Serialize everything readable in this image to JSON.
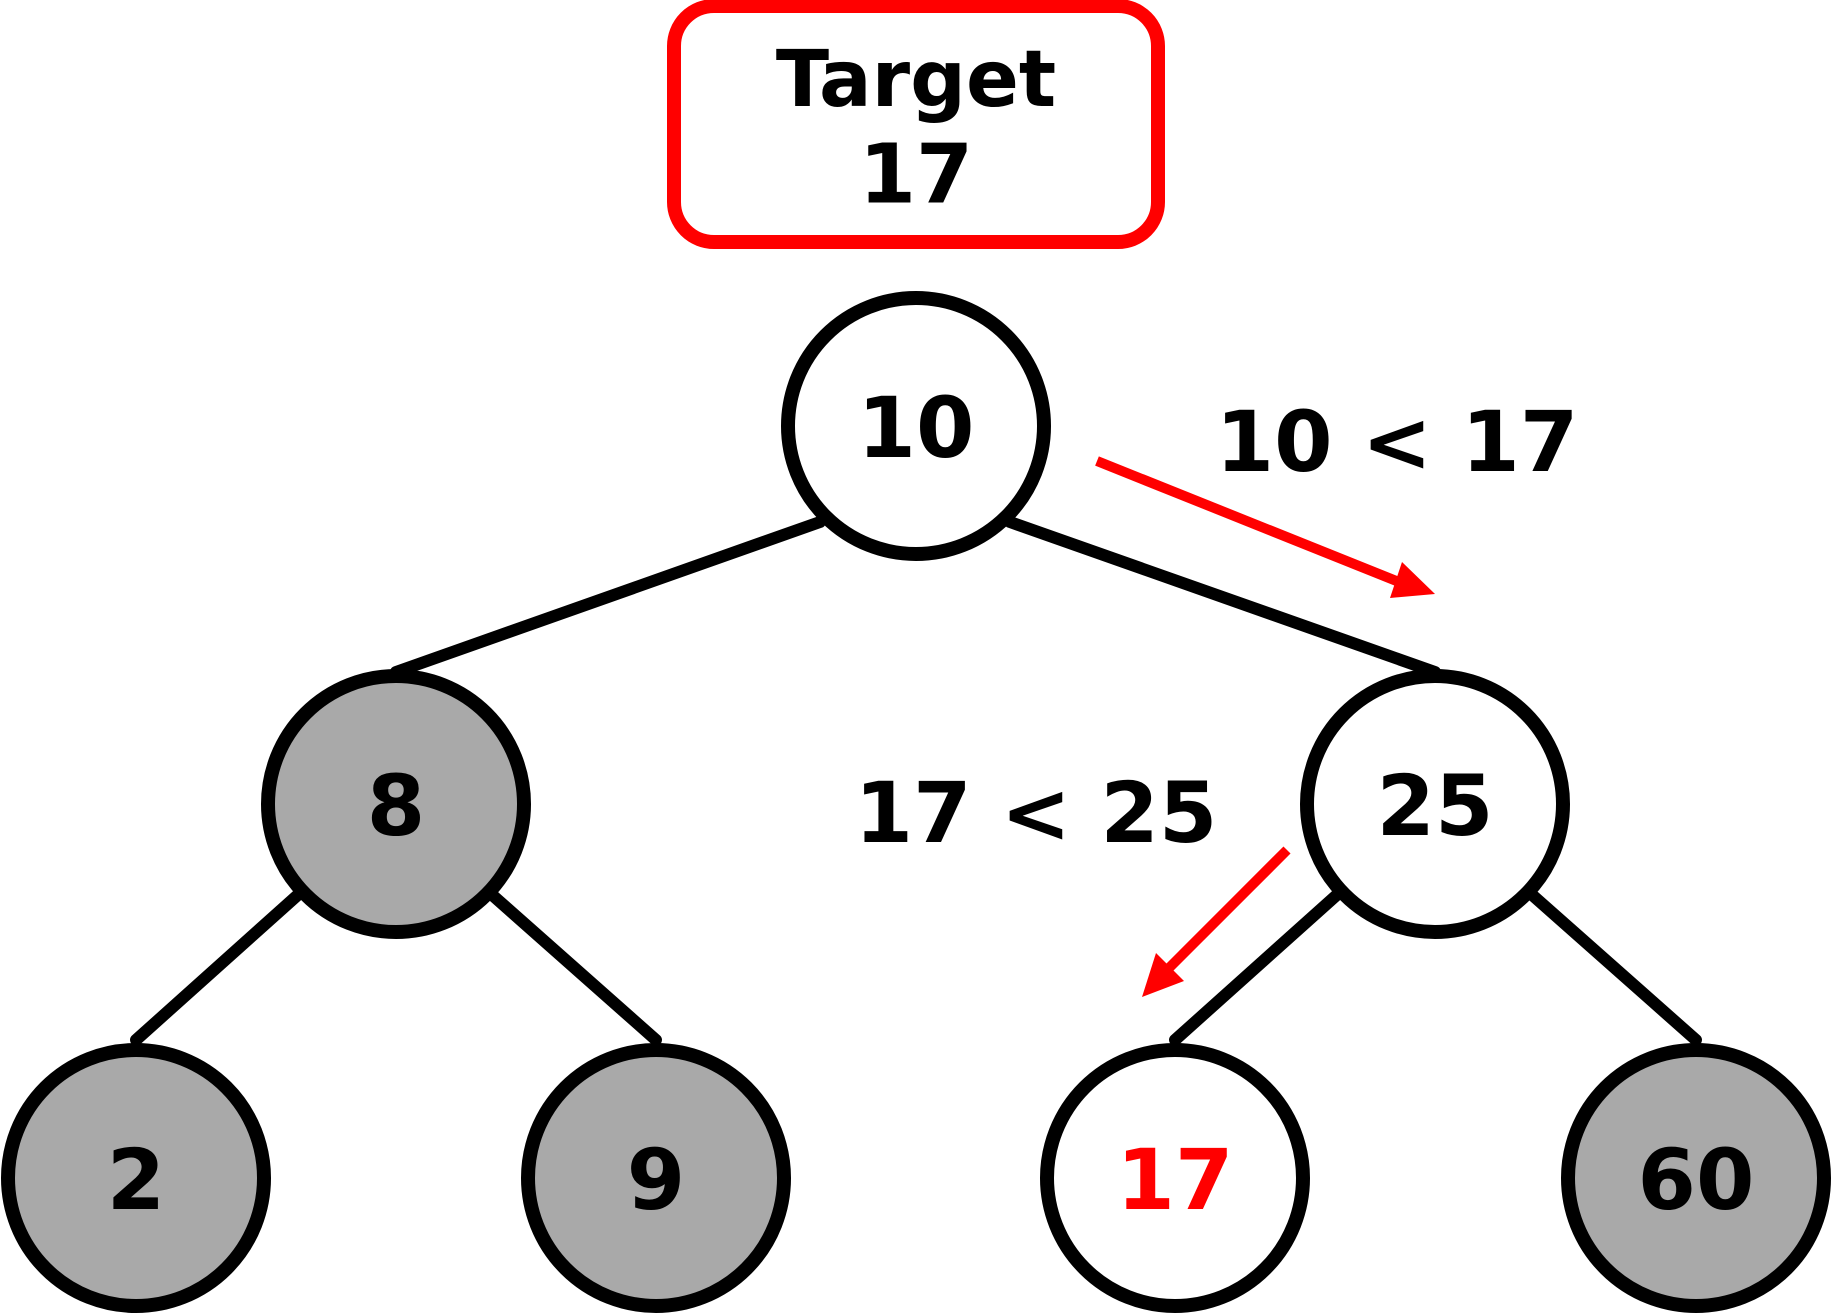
{
  "target": {
    "title": "Target",
    "value": "17"
  },
  "nodes": {
    "root": {
      "label": "10",
      "visited": true
    },
    "left": {
      "label": "8",
      "visited": false
    },
    "right": {
      "label": "25",
      "visited": true
    },
    "left_left": {
      "label": "2",
      "visited": false
    },
    "left_right": {
      "label": "9",
      "visited": false
    },
    "right_left": {
      "label": "17",
      "visited": true,
      "found": true
    },
    "right_right": {
      "label": "60",
      "visited": false
    }
  },
  "comparisons": {
    "first": "10 < 17",
    "second": "17 < 25"
  },
  "colors": {
    "visited_fill": "#ffffff",
    "unvisited_fill": "#a9a9a9",
    "highlight": "#ff0000",
    "stroke": "#000000"
  }
}
